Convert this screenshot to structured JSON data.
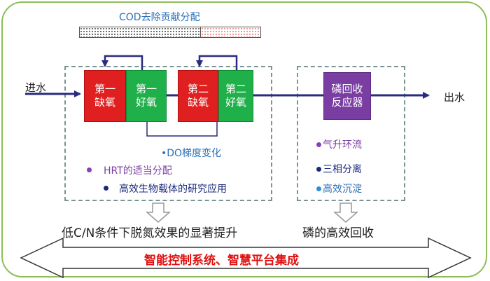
{
  "cod_label": "COD去除贡献分配",
  "inlet_label": "进水",
  "outlet_label": "出水",
  "tanks": {
    "anoxic1": "第一\n缺氧",
    "oxic1": "第一\n好氧",
    "anoxic2": "第二\n缺氧",
    "oxic2": "第二\n好氧"
  },
  "do_label": "•DO梯度变化",
  "left_bullets": [
    "HRT的适当分配",
    "高效生物载体的研究应用"
  ],
  "reactor_label": "磷回收\n反应器",
  "right_bullets": [
    "气升环流",
    "三相分离",
    "高效沉淀"
  ],
  "result_left": "低C/N条件下脱氮效果的显著提升",
  "result_right": "磷的高效回收",
  "banner": "智能控制系统、智慧平台集成",
  "colors": {
    "frame": "#8cbf5a",
    "anoxic": "#e02020",
    "oxic": "#20b04a",
    "reactor": "#7a3ea3",
    "line": "#2a2a80",
    "banner_text": "#e01010"
  }
}
